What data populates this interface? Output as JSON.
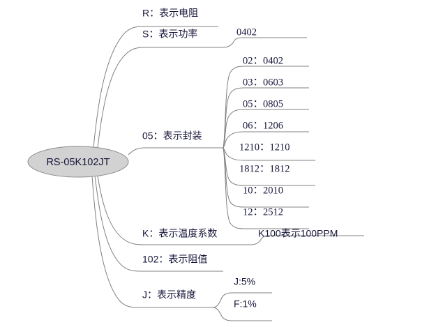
{
  "diagram": {
    "type": "mind-map",
    "title_node": "RS-05K102JT",
    "line_color": "#808080",
    "node_fill": "#d2d2d2",
    "text_color": "#15153a",
    "background": "#ffffff"
  },
  "root": {
    "label": "RS-05K102JT"
  },
  "branches": [
    {
      "key": "r",
      "label": "R：表示电阻"
    },
    {
      "key": "s",
      "label": "S：表示功率"
    },
    {
      "key": "pkg",
      "label": "05：表示封装"
    },
    {
      "key": "k",
      "label": "K：表示温度系数"
    },
    {
      "key": "res",
      "label": "102：表示阻值"
    },
    {
      "key": "j",
      "label": "J：表示精度"
    }
  ],
  "children": {
    "s": [
      {
        "label": "0402"
      }
    ],
    "pkg": [
      {
        "label": "02：0402"
      },
      {
        "label": "03：0603"
      },
      {
        "label": "05：0805"
      },
      {
        "label": "06：1206"
      },
      {
        "label": "1210：1210"
      },
      {
        "label": "1812：1812"
      },
      {
        "label": "10：2010"
      },
      {
        "label": "12：2512"
      }
    ],
    "k": [
      {
        "label": "K100表示100PPM"
      }
    ],
    "j": [
      {
        "label": "J:5%"
      },
      {
        "label": "F:1%"
      }
    ]
  }
}
